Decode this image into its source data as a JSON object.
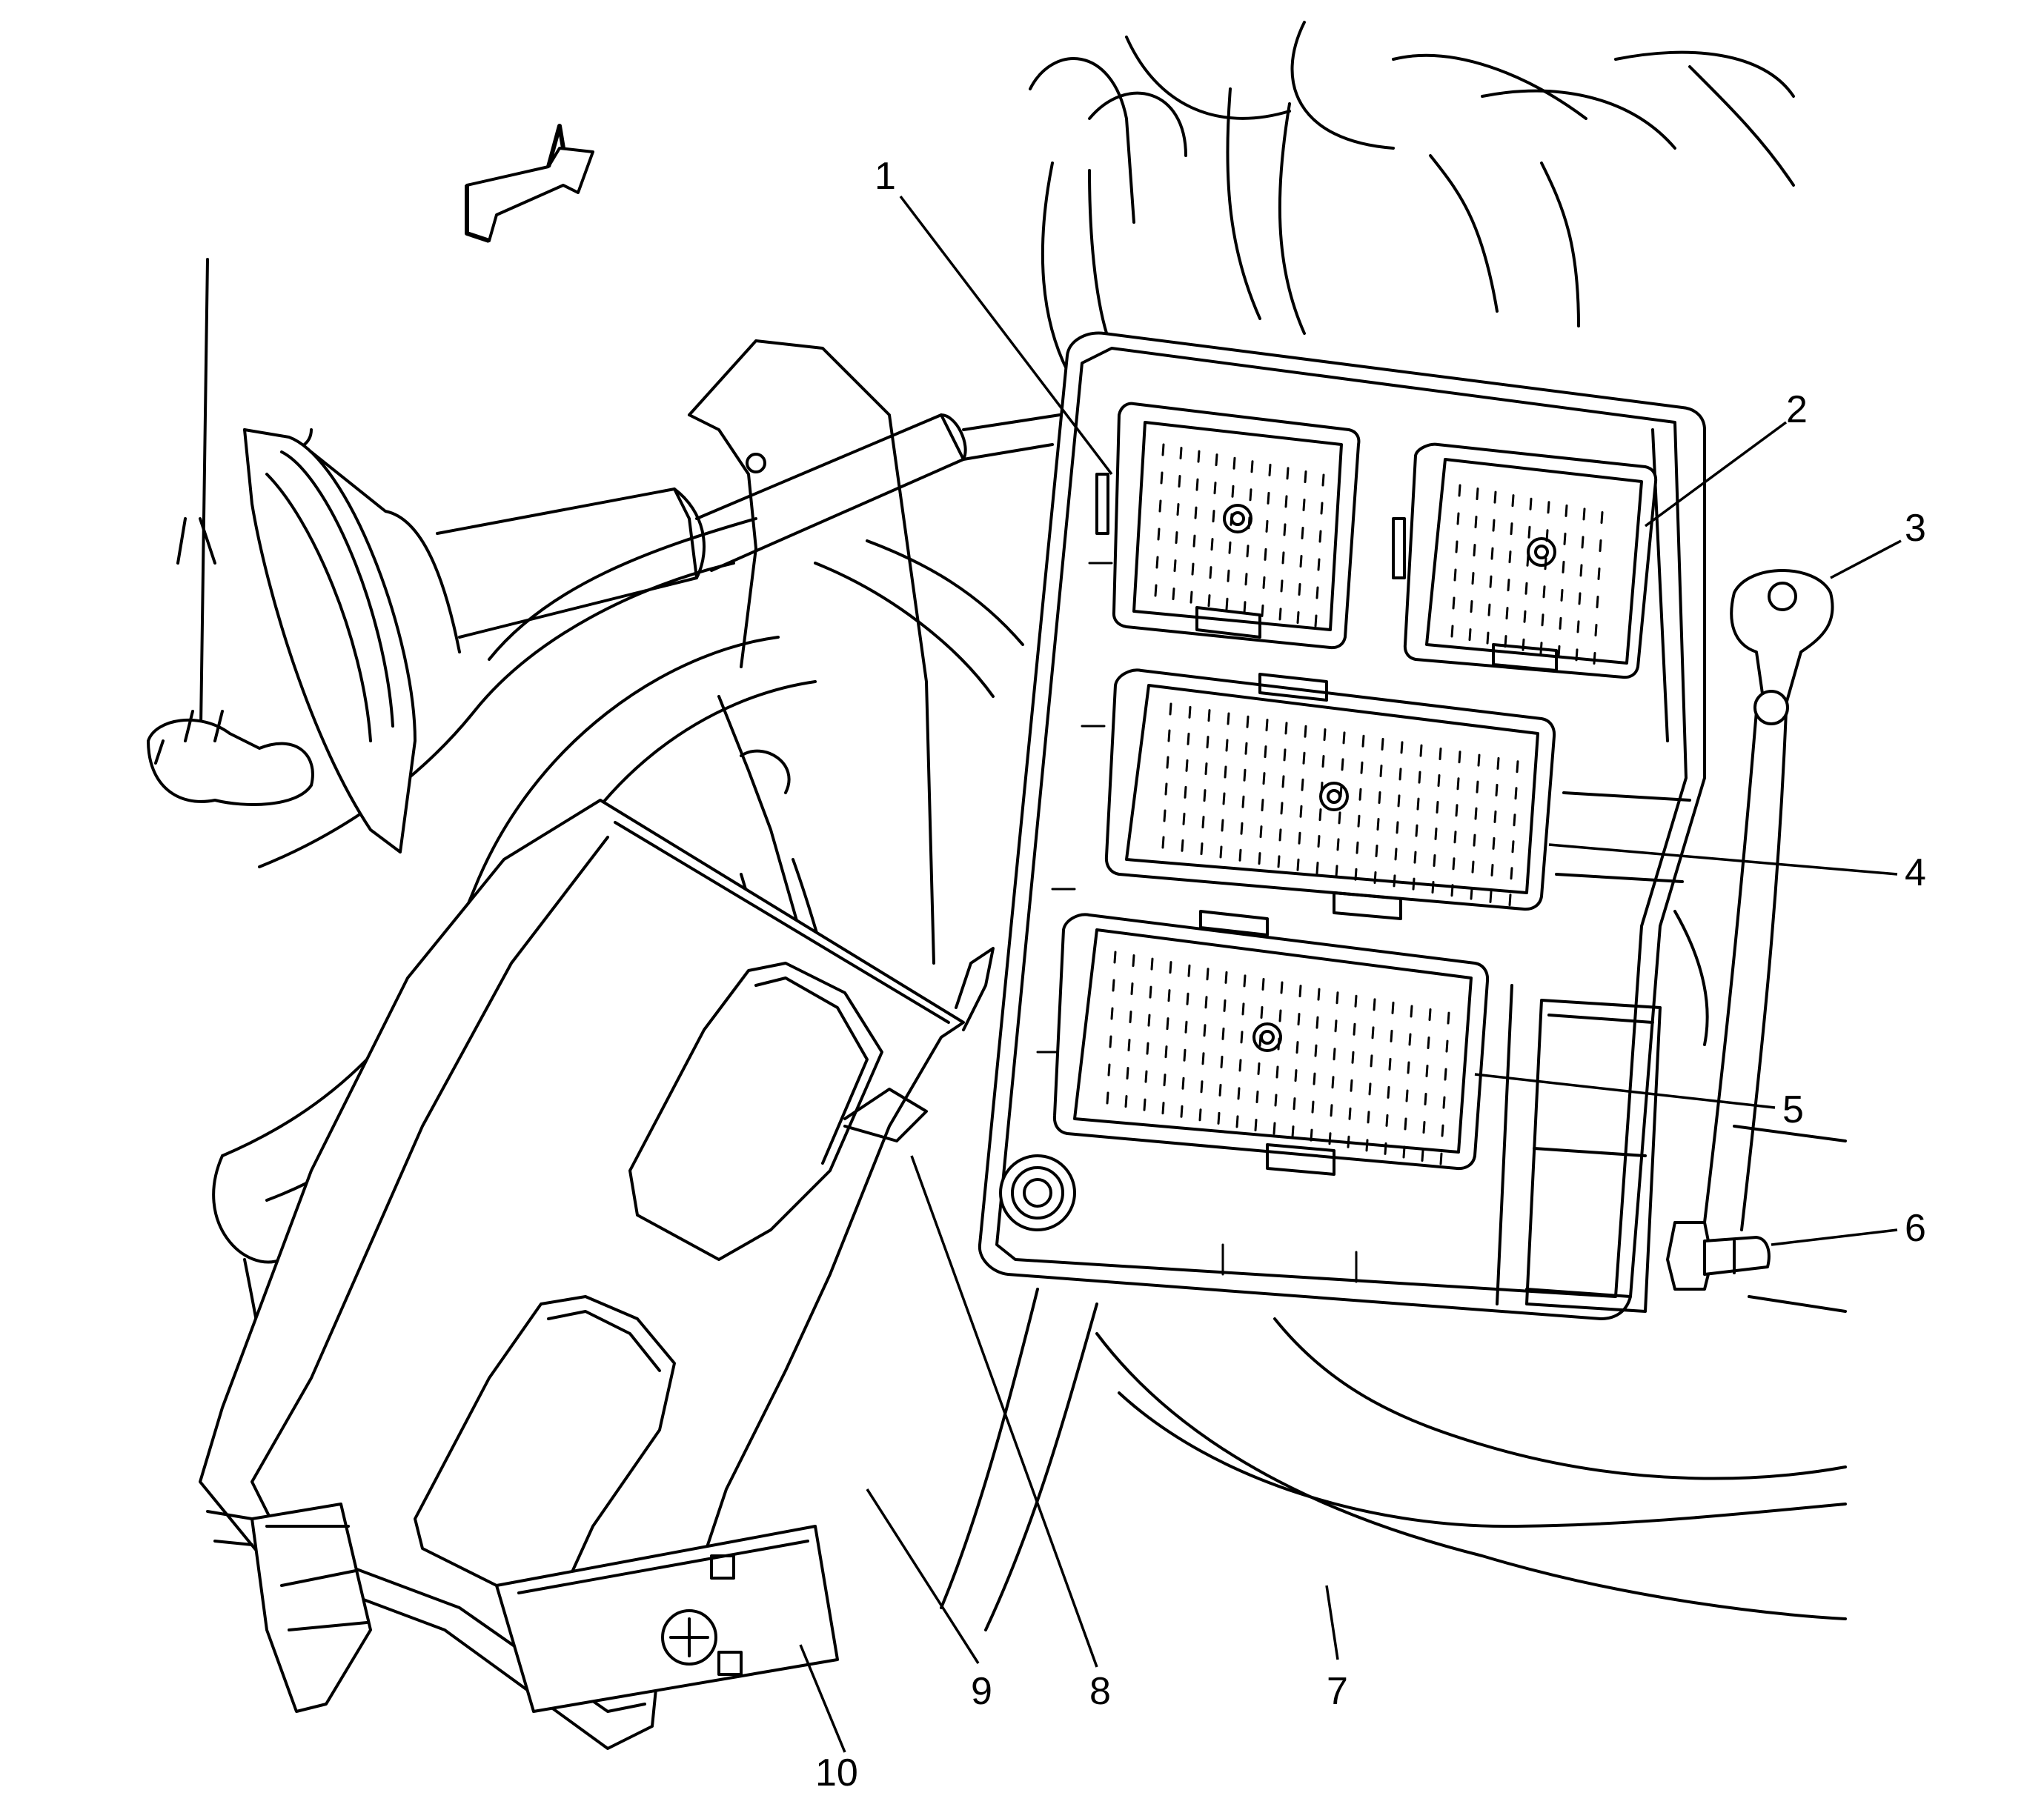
{
  "callouts": [
    "1",
    "2",
    "3",
    "4",
    "5",
    "6",
    "7",
    "8",
    "9",
    "10"
  ],
  "orientation_arrow_icon": "direction-arrow-icon"
}
